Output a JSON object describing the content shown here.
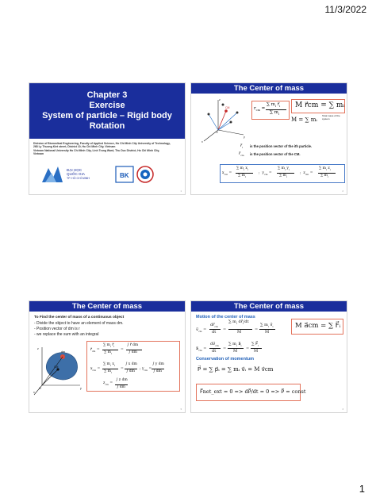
{
  "header": {
    "date": "11/3/2022"
  },
  "footer": {
    "page_number": "1"
  },
  "slides": [
    {
      "title_lines": [
        "Chapter 3",
        "Exercise",
        "System of particle – Rigid body",
        "Rotation"
      ],
      "affiliation": [
        "Division of Biomedical Engineering, Faculty of Applied Science, Ho Chi Minh City University of Technology,",
        "268 Ly Thuong Kiet street, District 10, Ho Chi Minh City, Vietnam",
        "Vietnam National University Ho Chi Minh City, Linh Trung Ward, Thu Duc District, Ho Chi Minh City,",
        "Vietnam"
      ],
      "logo_text": [
        "ĐẠI HỌC",
        "QUỐC GIA",
        "TP. HỒ CHÍ MINH"
      ],
      "logo_bk": "BK"
    },
    {
      "title": "The Center of mass",
      "formula_main": "M r⃗cm = ∑ mᵢ r⃗ᵢ",
      "total_mass_note": "Total mass of the system",
      "formula_mass": "M = ∑ mᵢ",
      "note_ri": "is the position vector of the ith particle.",
      "note_rcm": "is the position vector of the CM.",
      "labels": {
        "cm": "CM",
        "origin": "O",
        "x": "x",
        "y": "y",
        "z": "z"
      }
    },
    {
      "title": "The Center of mass",
      "intro": "To Find  the center of mass of a continuous object",
      "bullets": [
        "- Divide the object to have an element of mass dm.",
        "- Position vector of dm is r",
        "- we replace the sum with an integral"
      ],
      "labels": {
        "dm": "dm",
        "cm": "CM",
        "origin": "O",
        "x": "x",
        "y": "y",
        "z": "z"
      }
    },
    {
      "title": "The Center of mass",
      "heading_motion": "Motion of the center of mass",
      "heading_momentum": "Conservation of momentum",
      "formula_force": "M a⃗cm = ∑ F⃗ᵢ",
      "formula_momentum": "P⃗ = ∑ p⃗ᵢ = ∑ mᵢ v⃗ᵢ = M v⃗cm",
      "formula_conservation": "F⃗net_ext = 0 => dP⃗/dt = 0 => P⃗ = const"
    }
  ]
}
